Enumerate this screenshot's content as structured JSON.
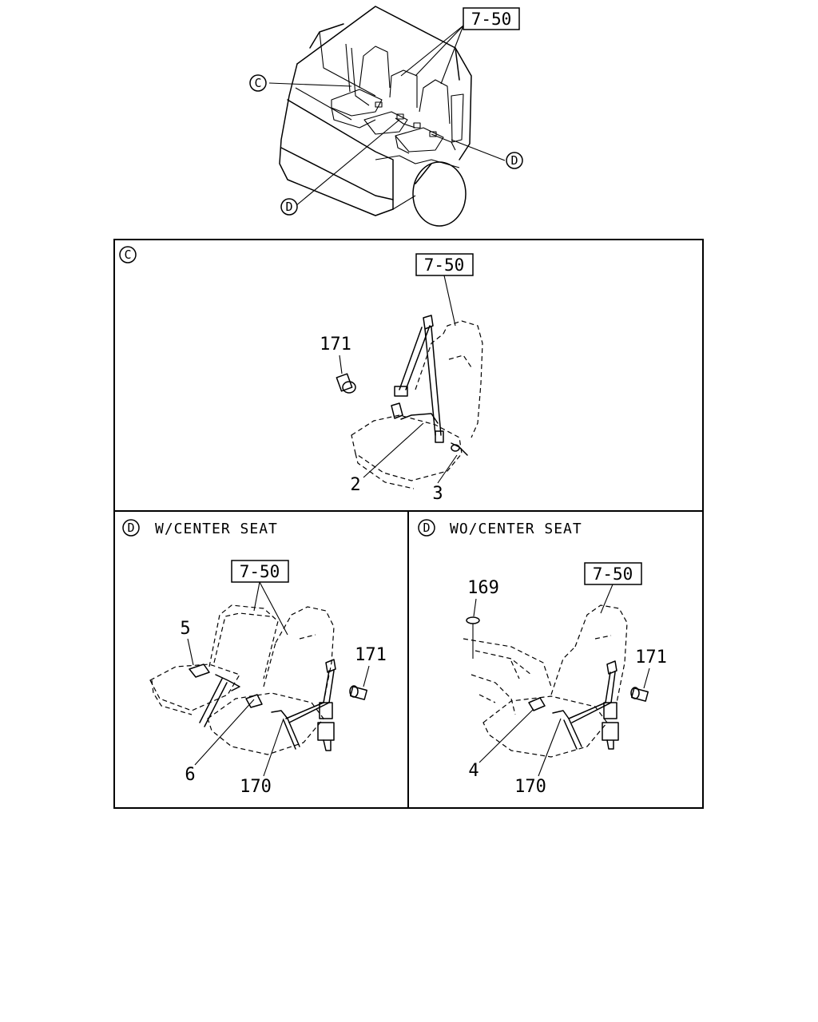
{
  "overview": {
    "ref_box": "7-50",
    "callout_c": "C",
    "callout_d_left": "D",
    "callout_d_right": "D"
  },
  "panel_c": {
    "callout": "C",
    "ref_box": "7-50",
    "parts": {
      "bolt": "171",
      "buckle": "2",
      "anchor": "3"
    }
  },
  "panel_d_with_center": {
    "callout": "D",
    "caption": "W/CENTER SEAT",
    "ref_box": "7-50",
    "parts": {
      "center_buckle": "5",
      "center_belt": "6",
      "buckle": "170",
      "bolt": "171"
    }
  },
  "panel_d_without_center": {
    "callout": "D",
    "caption": "WO/CENTER SEAT",
    "ref_box": "7-50",
    "parts": {
      "plug": "169",
      "bolt": "171",
      "buckle_cover": "4",
      "buckle": "170"
    }
  }
}
